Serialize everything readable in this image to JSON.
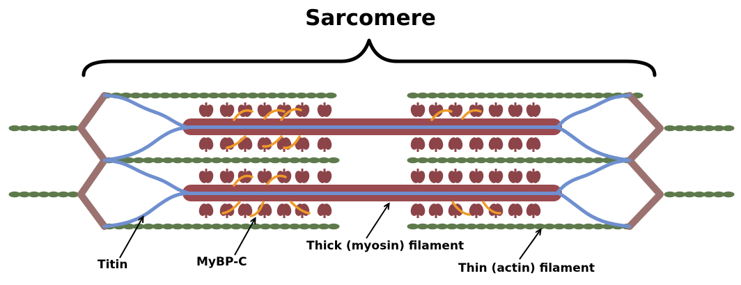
{
  "title": "Sarcomere",
  "labels": {
    "titin": "Titin",
    "mybpc": "MyBP-C",
    "thick": "Thick (myosin) filament",
    "thin": "Thin (actin) filament"
  },
  "colors": {
    "actin": "#5e7a4c",
    "myosin_rod": "#9b4a50",
    "myosin_head": "#8c4448",
    "titin": "#6f8fcf",
    "mybpc": "#f09a28",
    "z_disc": "#9b7270",
    "bracket": "#000000"
  }
}
